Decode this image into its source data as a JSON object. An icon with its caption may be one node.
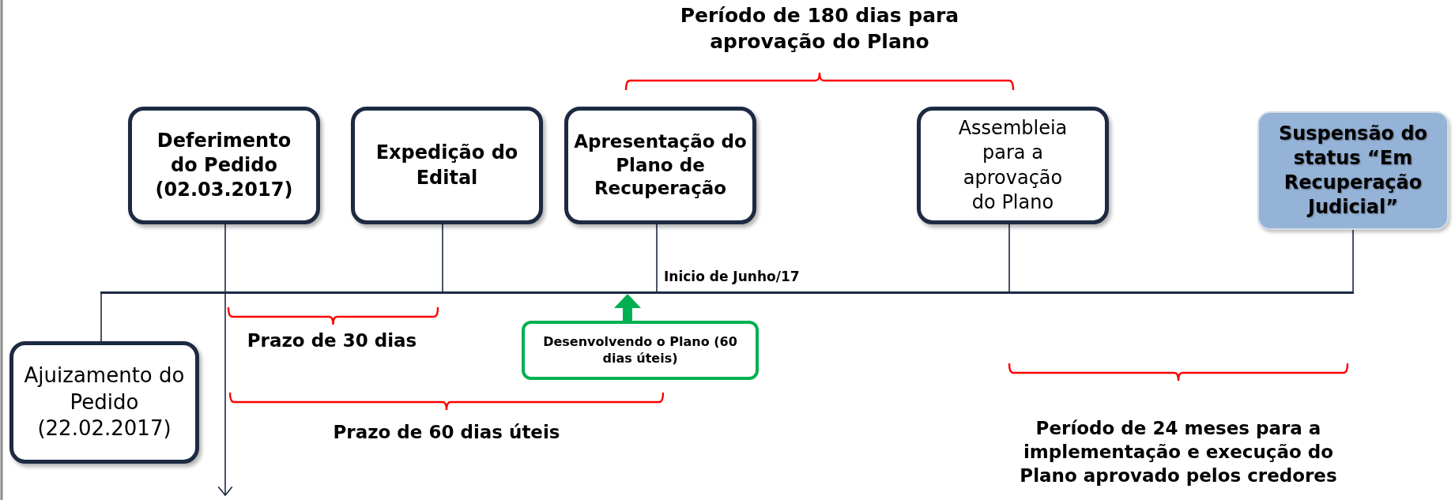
{
  "diagram": {
    "nodes": [
      {
        "text": [
          "Deferimento do Pedido (02.03.2017)"
        ]
      },
      {
        "text": [
          "Expedição do Edital"
        ]
      },
      {
        "text": [
          "Apresentação do Plano de Recuperação"
        ]
      },
      {
        "text": [
          "Assembleia para a aprovação do Plano"
        ]
      },
      {
        "text": [
          "Suspensão do status “Em Recuperação Judicial”"
        ]
      },
      {
        "text": [],
        "shape": "bar",
        "beside": [
          "Inicio de Junho/17"
        ]
      },
      {
        "text": [
          "Ajuizamento do Pedido (22.02.2017)"
        ]
      },
      {
        "text": [
          "Desenvolvendo o Plano (60 dias úteis)"
        ]
      }
    ],
    "edges": [
      {
        "from": 0,
        "to": null,
        "arrow": "to"
      },
      {
        "from": 1,
        "to": 5,
        "arrow": "none"
      },
      {
        "from": 2,
        "to": 5,
        "arrow": "none"
      },
      {
        "from": 3,
        "to": 5,
        "arrow": "none"
      },
      {
        "from": 4,
        "to": 5,
        "arrow": "none"
      },
      {
        "from": 6,
        "to": 5,
        "arrow": "none"
      },
      {
        "from": 7,
        "to": 5,
        "arrow": "to",
        "style": "thick",
        "color": "#00b050"
      }
    ],
    "labels": [
      "Período de 180 dias para aprovação do Plano",
      "Prazo de 30 dias",
      "Prazo de 60 dias úteis",
      "Período de 24 meses para a implementação e execução do Plano aprovado pelos credores"
    ]
  }
}
